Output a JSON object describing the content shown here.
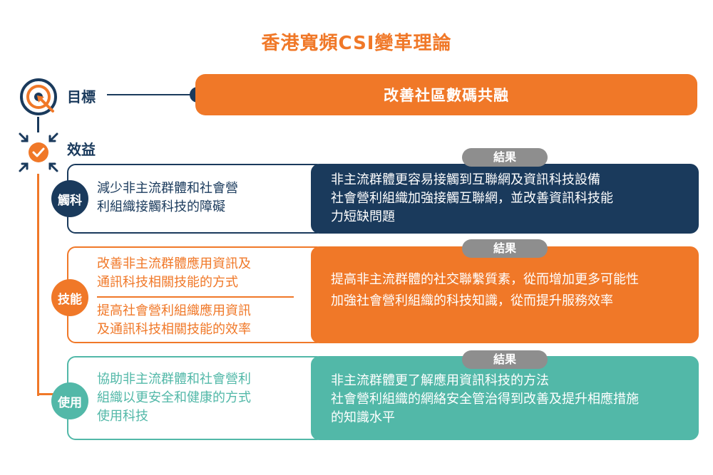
{
  "title": "香港寬頻CSI變革理論",
  "goal": {
    "label": "目標",
    "text": "改善社區數碼共融"
  },
  "benefit": {
    "label": "效益"
  },
  "result_label": "結果",
  "colors": {
    "orange": "#f07828",
    "navy": "#1a3a5c",
    "teal": "#52b8a8",
    "gray": "#8e8e8e"
  },
  "rows": [
    {
      "tag": "觸科",
      "left_lines": [
        "減少非主流群體和社會營",
        "利組織接觸科技的障礙"
      ],
      "right_lines": [
        "非主流群體更容易接觸到互聯網及資訊科技設備",
        "社會營利組織加強接觸互聯網，並改善資訊科技能",
        "力短缺問題"
      ]
    },
    {
      "tag": "技能",
      "left_lines_a": [
        "改善非主流群體應用資訊及",
        "通訊科技相關技能的方式"
      ],
      "left_lines_b": [
        "提高社會營利組織應用資訊",
        "及通訊科技相關技能的效率"
      ],
      "right_lines": [
        "提高非主流群體的社交聯繫質素，從而增加更多可能性",
        "加強社會營利組織的科技知識，從而提升服務效率"
      ]
    },
    {
      "tag": "使用",
      "left_lines": [
        "協助非主流群體和社會營利",
        "組織以更安全和健康的方式",
        "使用科技"
      ],
      "right_lines": [
        "非主流群體更了解應用資訊科技的方法",
        "社會營利組織的網絡安全管治得到改善及提升相應措施",
        "的知識水平"
      ]
    }
  ]
}
